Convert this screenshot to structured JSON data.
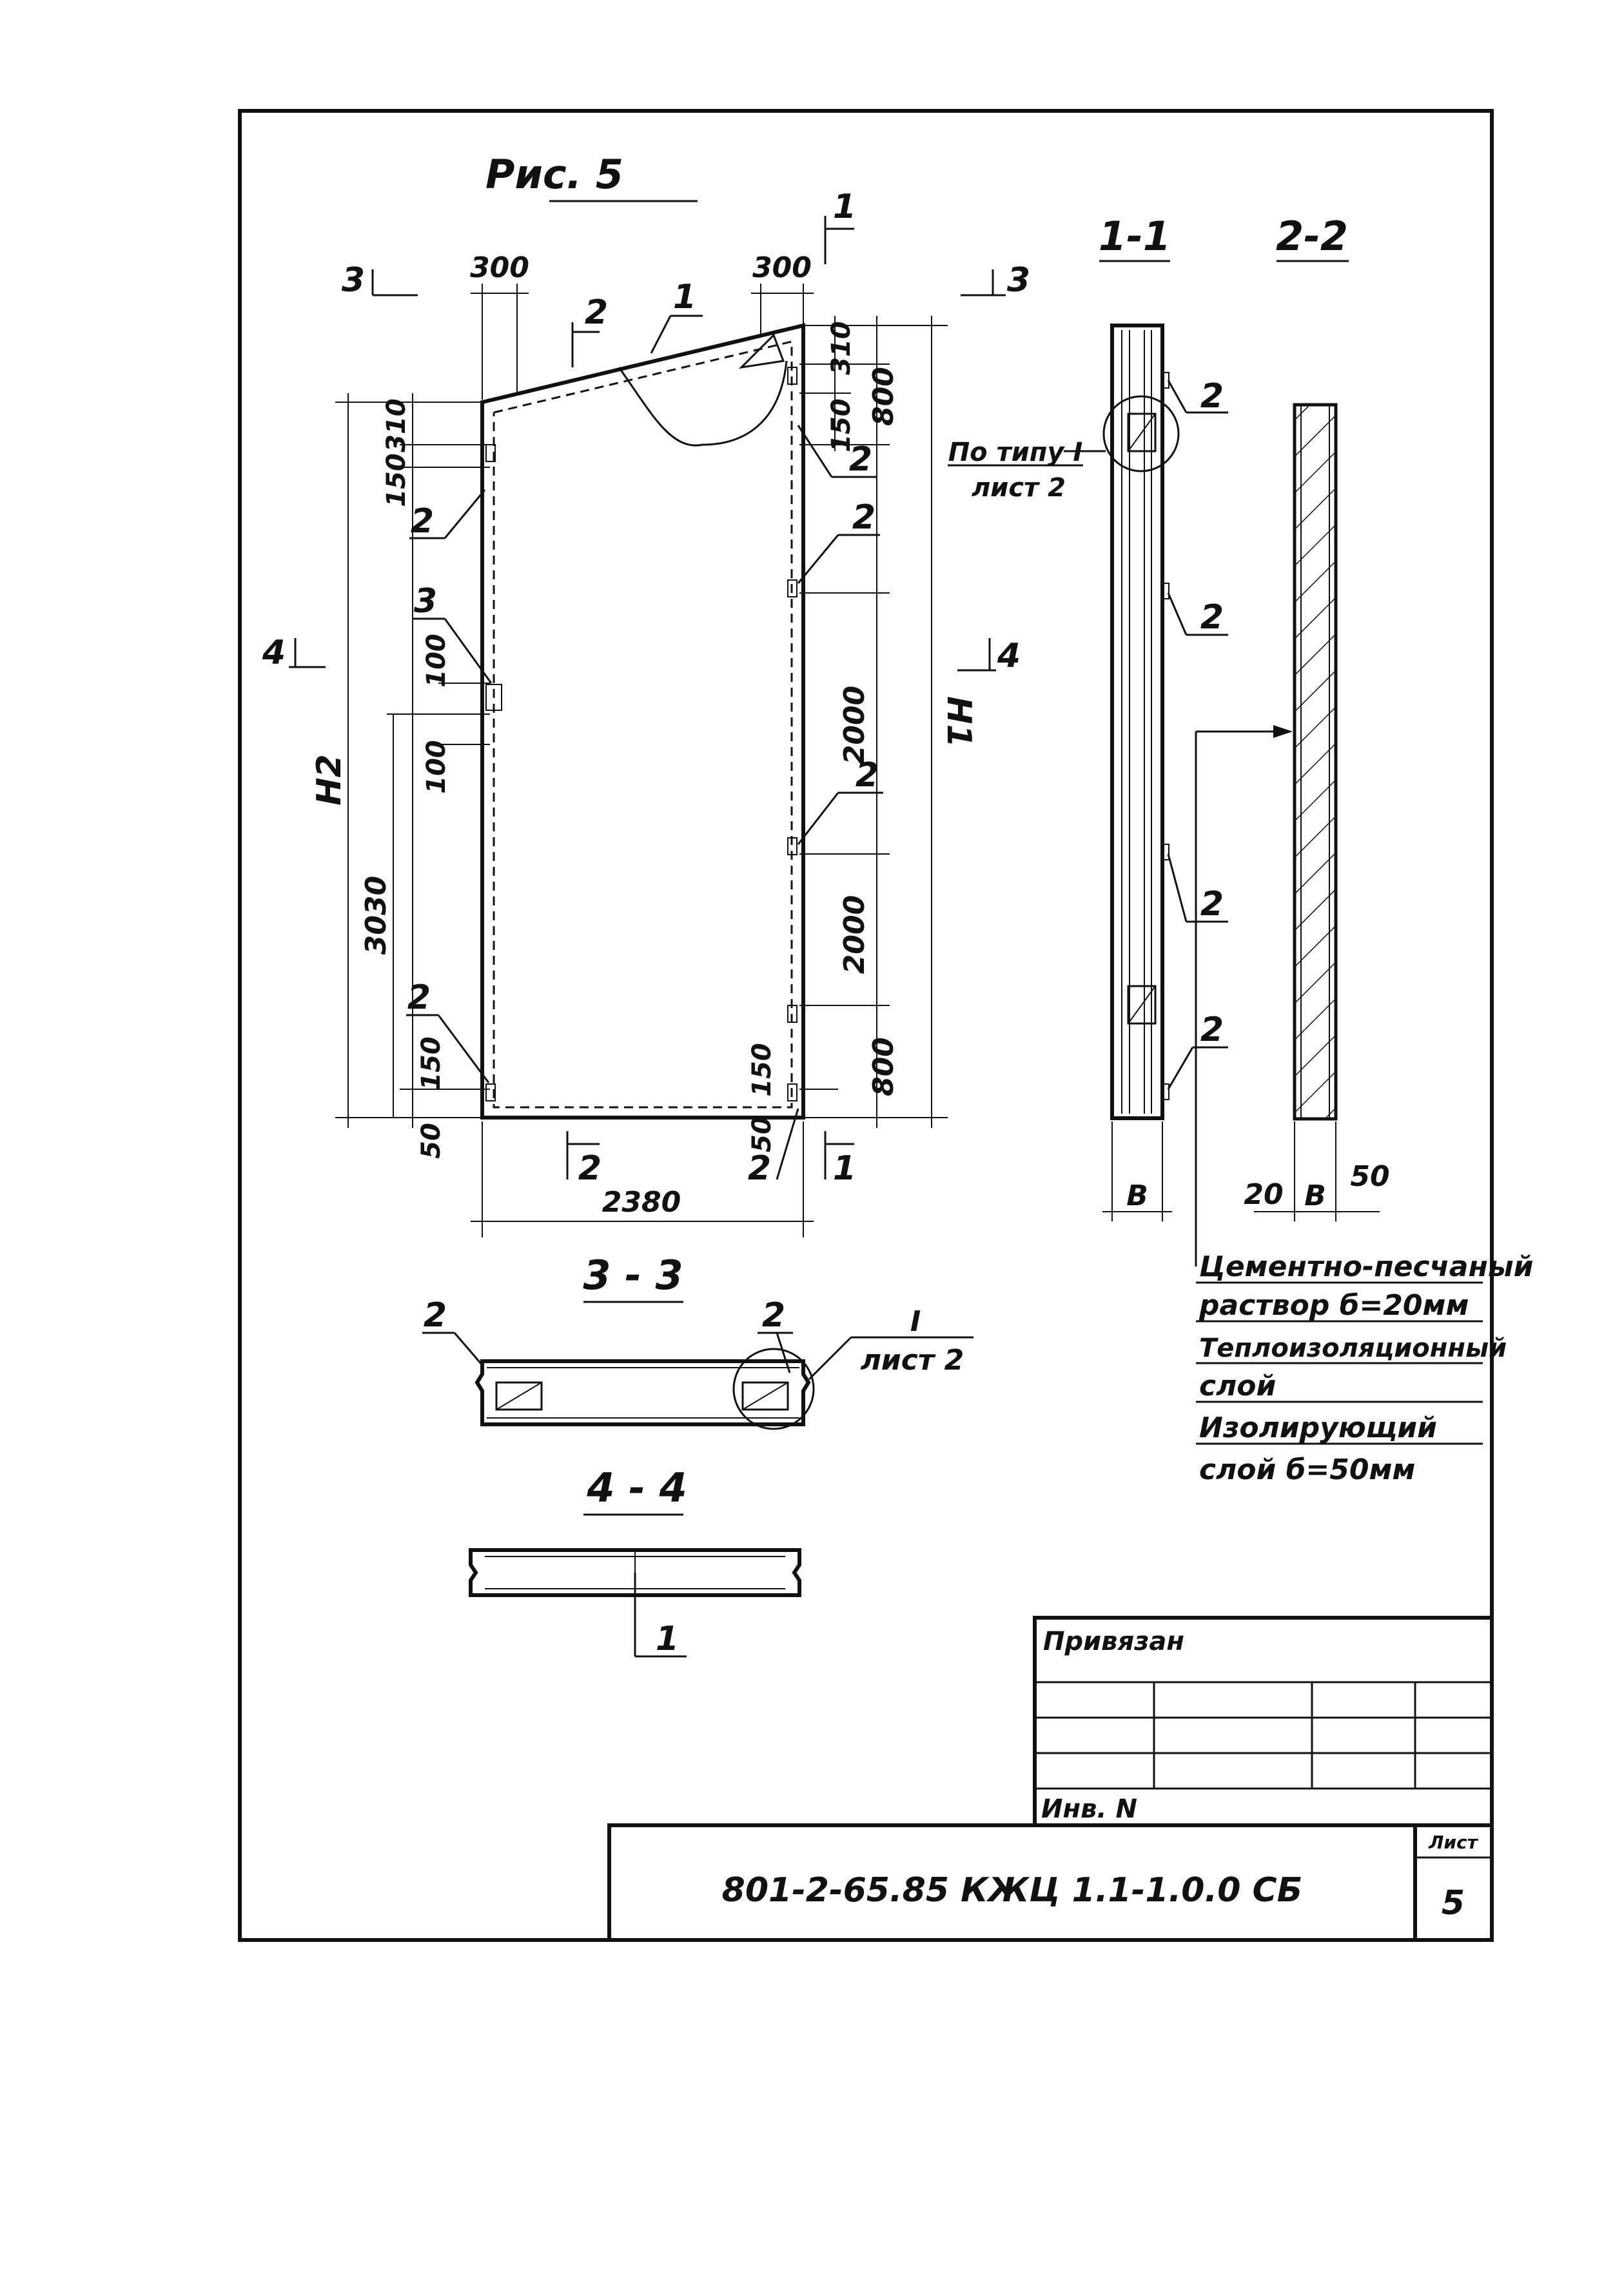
{
  "figure": {
    "title": "Рис. 5"
  },
  "sections": {
    "s11": "1-1",
    "s22": "2-2",
    "s33": "3 - 3",
    "s44": "4 - 4"
  },
  "cut_marks": {
    "c1": "1",
    "c2": "2",
    "c3": "3",
    "c4": "4"
  },
  "callouts": {
    "i1": "1",
    "i2": "2",
    "i3": "3"
  },
  "dimensions": {
    "d300": "300",
    "d310": "310",
    "d800": "800",
    "d150": "150",
    "d100": "100",
    "d2000": "2000",
    "d3030": "3030",
    "d50": "50",
    "d2380": "2380",
    "H1": "H1",
    "H2": "H2",
    "B": "B",
    "d20": "20"
  },
  "notes": {
    "detail_ref_1": "По типу I",
    "detail_ref_2": "лист 2",
    "detail_ref_I": "I",
    "detail_ref_sheet": "лист 2"
  },
  "layers": {
    "l1": "Цементно-песчаный",
    "l2": "раствор б=20мм",
    "l3": "Теплоизоляционный",
    "l4": "слой",
    "l5": "Изолирующий",
    "l6": "слой б=50мм"
  },
  "title_block": {
    "bound": "Привязан",
    "inv": "Инв. N",
    "code": "801-2-65.85 КЖЦ 1.1-1.0.0 СБ",
    "sheet_label": "Лист",
    "sheet_number": "5"
  }
}
